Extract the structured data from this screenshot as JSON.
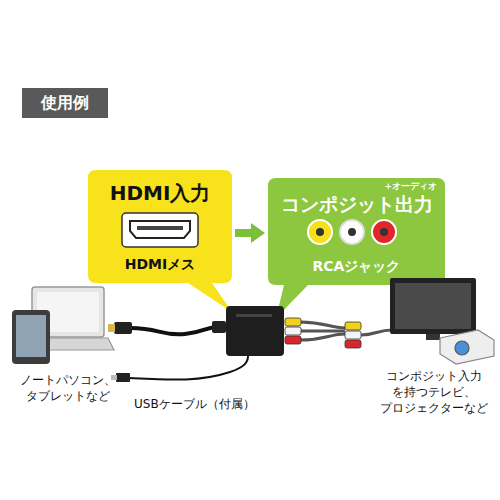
{
  "diagram": {
    "title": "使用例",
    "nodes": [
      {
        "text": [
          "HDMI入力",
          "HDMIメス"
        ]
      },
      {
        "text": [
          "コンポジット出力",
          "+オーディオ",
          "RCAジャック"
        ]
      }
    ],
    "edges": [
      {
        "from": 0,
        "to": 1,
        "arrow": "to"
      }
    ],
    "labels": [
      "ノートパソコン、 タブレットなど",
      "USBケーブル（付属）",
      "コンポジット入力 を持つテレビ、 プロジェクターなど"
    ]
  }
}
